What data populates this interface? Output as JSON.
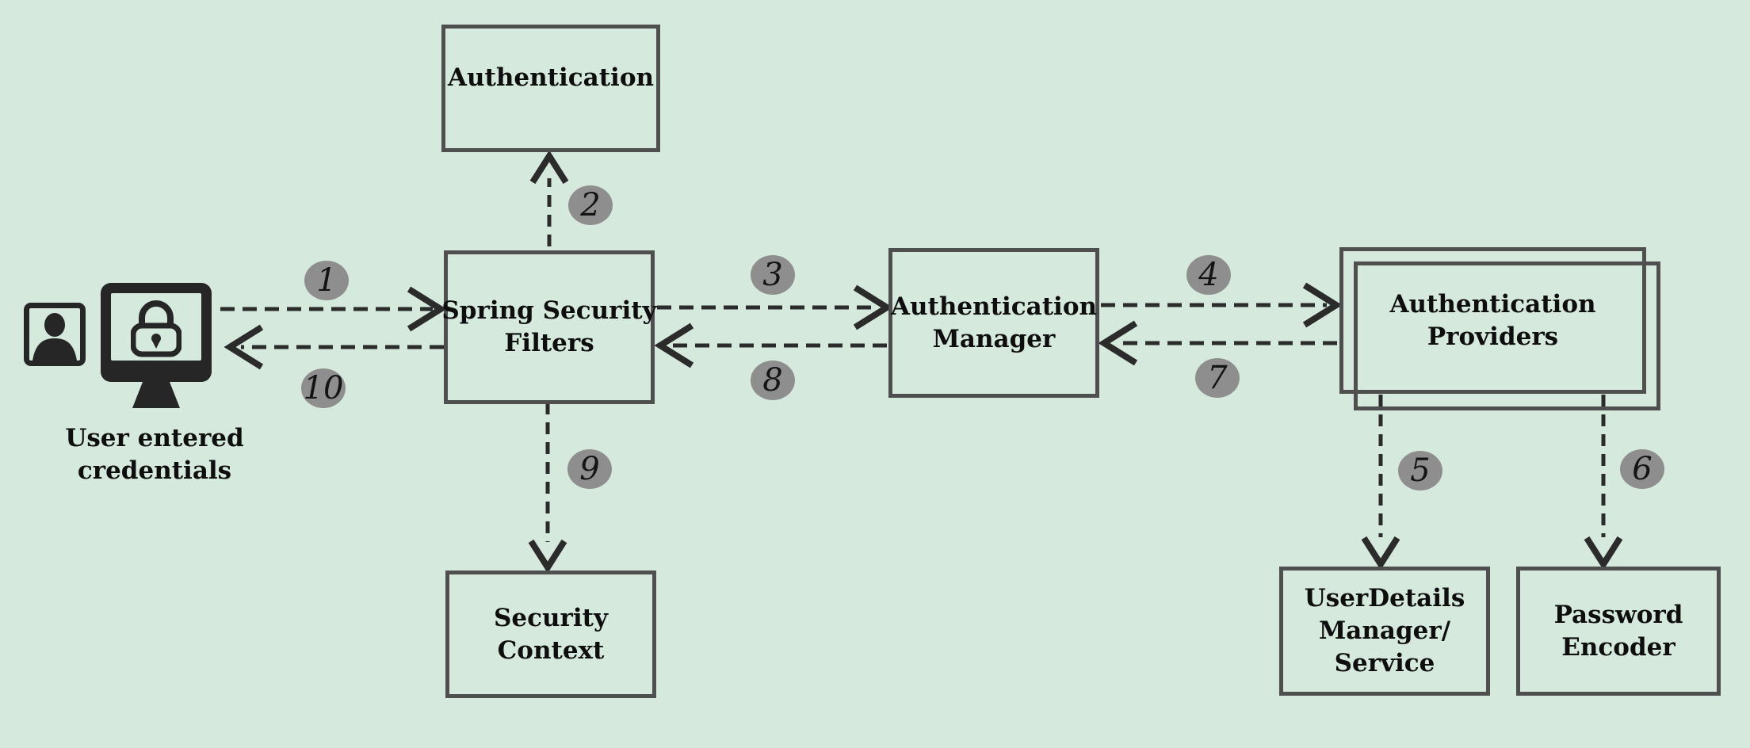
{
  "diagram": {
    "description": "Spring Security authentication flow",
    "colors": {
      "background": "#d6e9dd",
      "box_border": "#4f4f4f",
      "step_circle_fill": "#8e8e8e",
      "arrow_ink": "#2b2b2b",
      "text_ink": "#0e0e0e",
      "icon_ink": "#262626"
    },
    "nodes": {
      "authentication": {
        "lines": [
          "Authentication"
        ]
      },
      "spring_security_filters": {
        "lines": [
          "Spring Security",
          "Filters"
        ]
      },
      "authentication_manager": {
        "lines": [
          "Authentication",
          "Manager"
        ]
      },
      "authentication_providers": {
        "lines": [
          "Authentication",
          "Providers"
        ]
      },
      "userdetails_manager_service": {
        "lines": [
          "UserDetails",
          "Manager/",
          "Service"
        ]
      },
      "password_encoder": {
        "lines": [
          "Password",
          "Encoder"
        ]
      },
      "security_context": {
        "lines": [
          "Security",
          "Context"
        ]
      },
      "user": {
        "caption_lines": [
          "User entered",
          "credentials"
        ]
      }
    },
    "steps": [
      "1",
      "2",
      "3",
      "4",
      "5",
      "6",
      "7",
      "8",
      "9",
      "10"
    ],
    "icons": [
      "user-photo-icon",
      "monitor-lock-icon",
      "padlock-icon",
      "person-silhouette-icon"
    ]
  }
}
